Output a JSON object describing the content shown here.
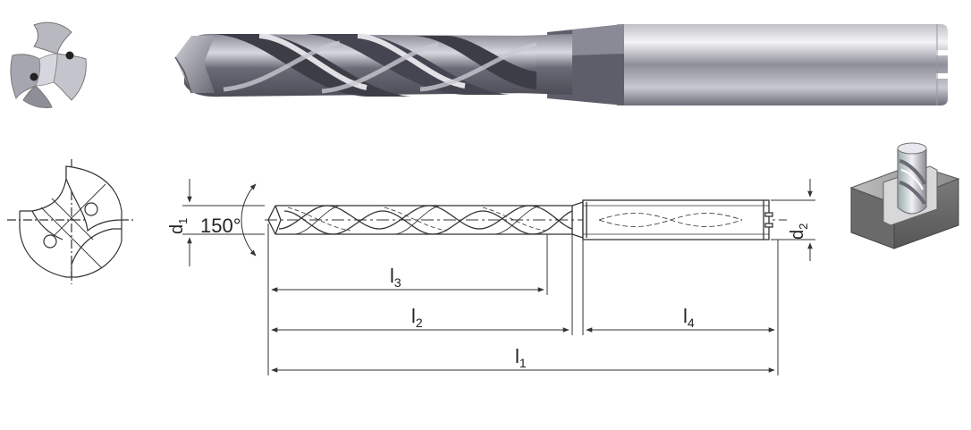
{
  "labels": {
    "angle": "150°",
    "d1": {
      "base": "d",
      "sub": "1"
    },
    "d2": {
      "base": "d",
      "sub": "2"
    },
    "l1": {
      "base": "l",
      "sub": "1"
    },
    "l2": {
      "base": "l",
      "sub": "2"
    },
    "l3": {
      "base": "l",
      "sub": "3"
    },
    "l4": {
      "base": "l",
      "sub": "4"
    }
  },
  "colors": {
    "line": "#333333",
    "steel_dark": "#5a5a66",
    "steel_mid": "#9a9aa6",
    "steel_light": "#e4e4ea",
    "block_dark": "#5c5c5c",
    "block_light": "#b0b0b0"
  },
  "icons": [
    "cross-section-icon",
    "drill-photo",
    "workpiece-hole-icon"
  ]
}
